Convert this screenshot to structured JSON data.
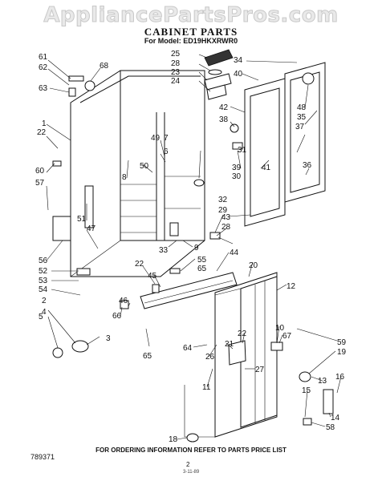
{
  "watermark": "AppliancePartsPros.com",
  "header": {
    "title": "CABINET PARTS",
    "subtitle": "For Model: ED19HKXRWR0"
  },
  "footer": {
    "note": "FOR ORDERING INFORMATION REFER TO PARTS PRICE LIST",
    "figure_number": "789371",
    "page_number": "2",
    "code": "3-11-89"
  },
  "callouts": [
    "61",
    "62",
    "63",
    "68",
    "1",
    "22",
    "60",
    "57",
    "51",
    "47",
    "56",
    "52",
    "53",
    "54",
    "2",
    "4",
    "5",
    "3",
    "25",
    "28",
    "23",
    "24",
    "49",
    "7",
    "6",
    "8",
    "50",
    "33",
    "22",
    "45",
    "66",
    "46",
    "65",
    "55",
    "65",
    "44",
    "9",
    "31",
    "39",
    "30",
    "32",
    "29",
    "28",
    "43",
    "34",
    "40",
    "42",
    "38",
    "48",
    "35",
    "37",
    "41",
    "36",
    "20",
    "12",
    "59",
    "19",
    "10",
    "67",
    "64",
    "26",
    "21",
    "22",
    "11",
    "27",
    "13",
    "16",
    "15",
    "14",
    "58",
    "18"
  ]
}
